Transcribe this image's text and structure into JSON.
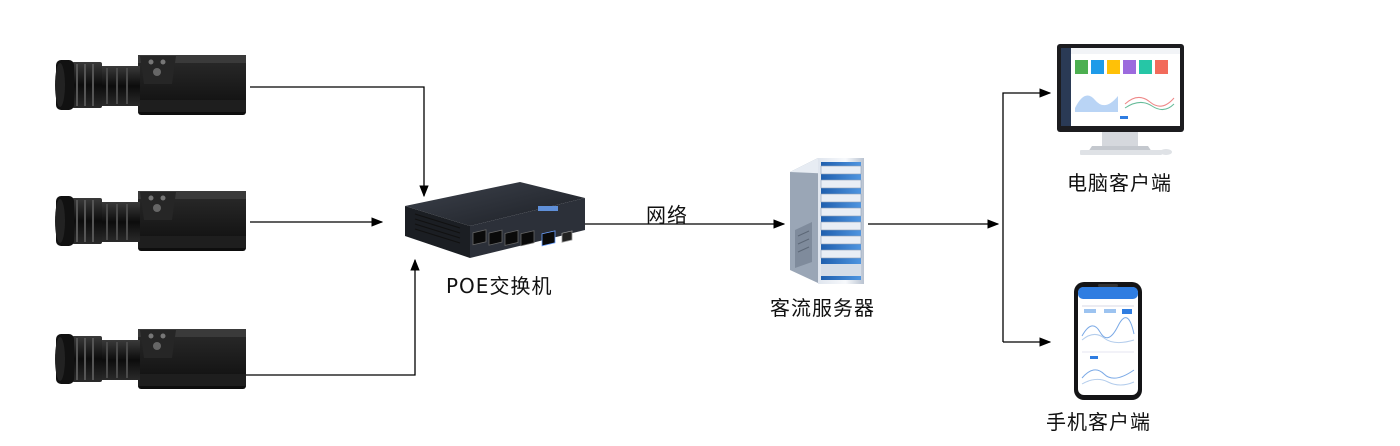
{
  "diagram": {
    "nodes": {
      "camera_1": {
        "icon": "camera-icon"
      },
      "camera_2": {
        "icon": "camera-icon"
      },
      "camera_3": {
        "icon": "camera-icon"
      },
      "switch": {
        "label": "POE交换机",
        "icon": "poe-switch-icon"
      },
      "server": {
        "label": "客流服务器",
        "icon": "server-icon"
      },
      "pc_client": {
        "label": "电脑客户端",
        "icon": "monitor-icon"
      },
      "mobile_client": {
        "label": "手机客户端",
        "icon": "smartphone-icon"
      }
    },
    "edges": {
      "switch_to_server": {
        "label": "网络"
      }
    },
    "colors": {
      "line": "#000000",
      "camera_body": "#151515",
      "switch_body": "#2a2e36",
      "server_blue": "#3d7fd0",
      "screen_accent": "#2f7de1"
    }
  }
}
